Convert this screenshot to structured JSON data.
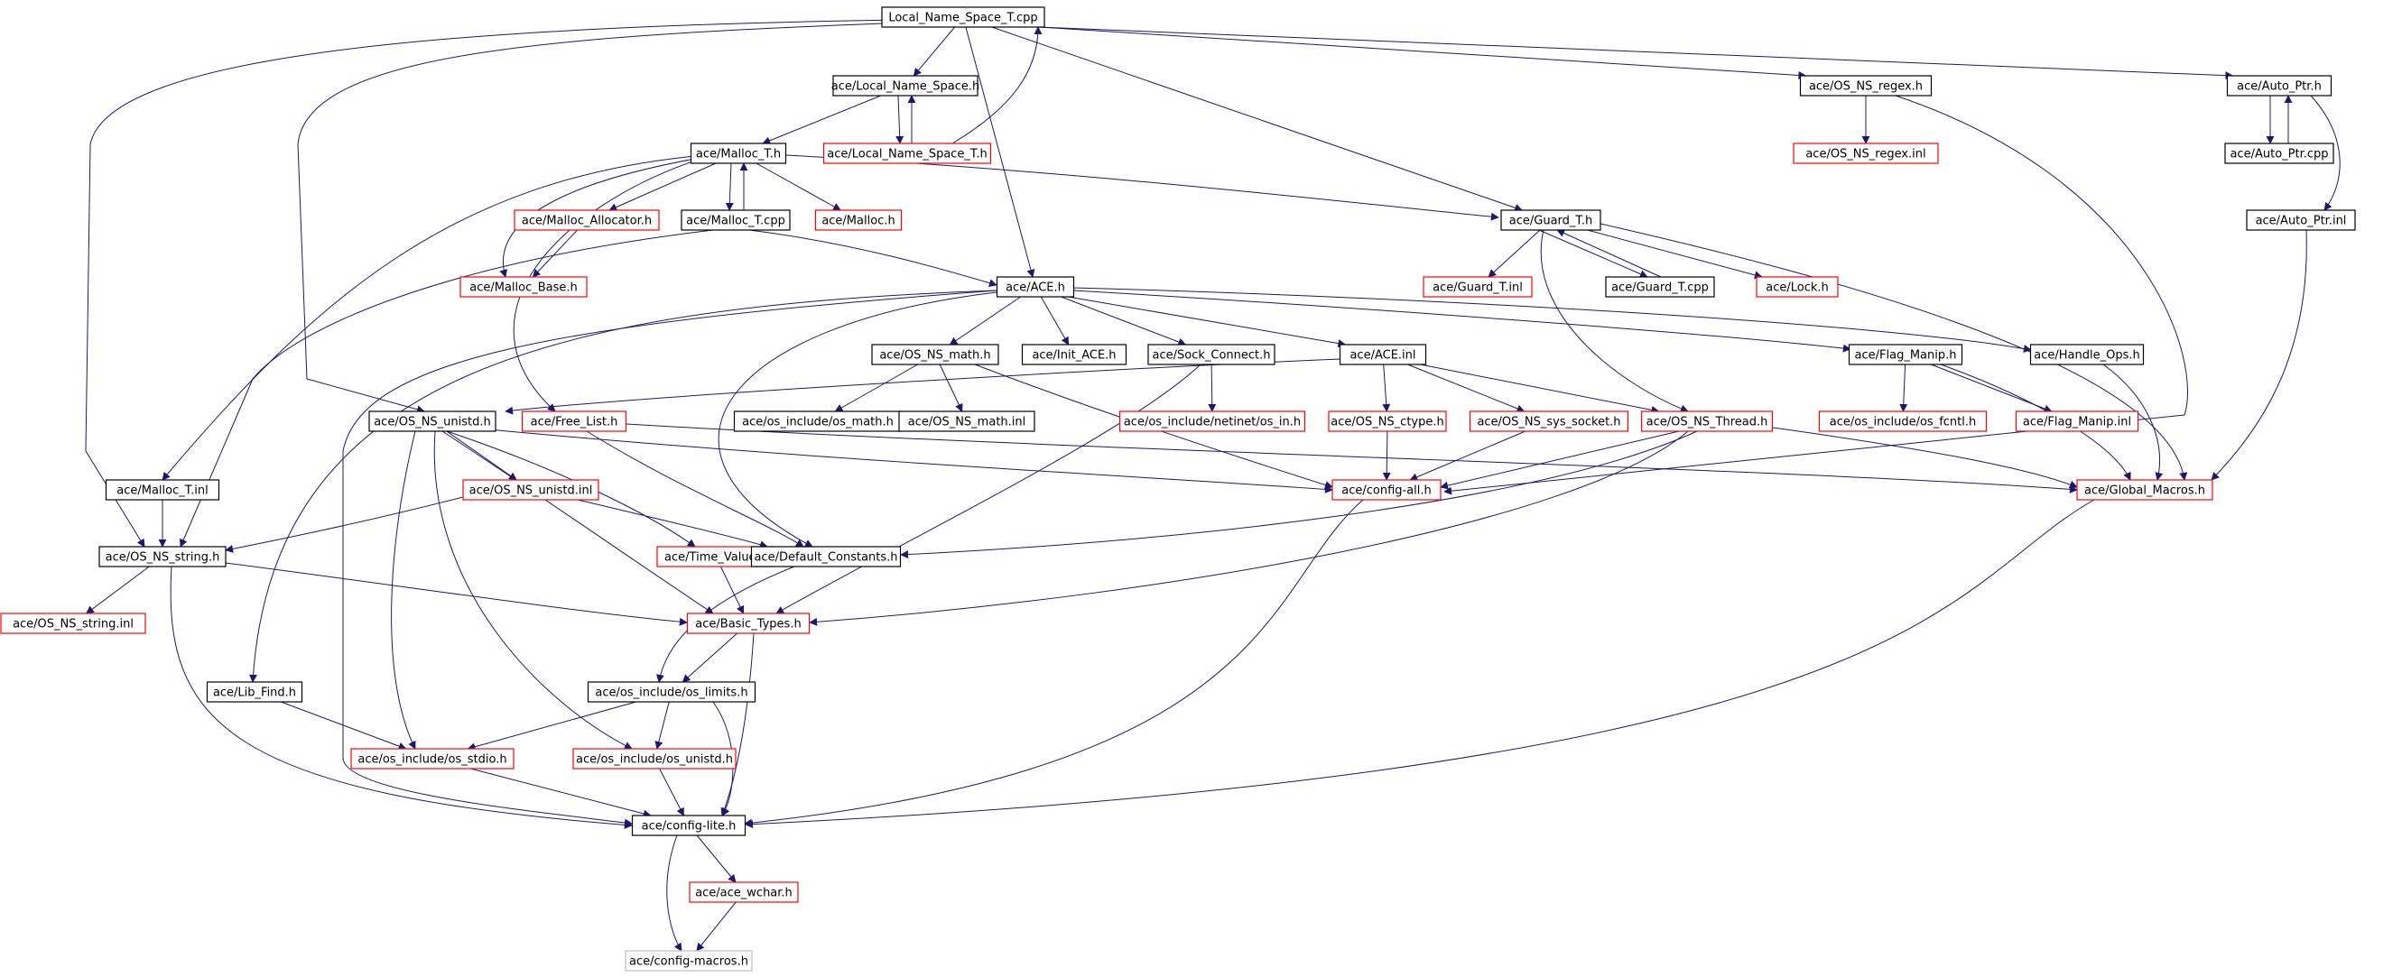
{
  "colors": {
    "root": "#c0c0c0",
    "normal": "#000000",
    "missing": "#ff0000",
    "grey": "#bfbfbf",
    "edge": "#191970"
  },
  "nodes": [
    {
      "id": "root",
      "label": "Local_Name_Space_T.cpp",
      "style": "root"
    },
    {
      "id": "lns_h",
      "label": "ace/Local_Name_Space.h",
      "style": "normal"
    },
    {
      "id": "lnst_h",
      "label": "ace/Local_Name_Space_T.h",
      "style": "missing"
    },
    {
      "id": "malloc_t_h",
      "label": "ace/Malloc_T.h",
      "style": "normal"
    },
    {
      "id": "malloc_alloc_h",
      "label": "ace/Malloc_Allocator.h",
      "style": "missing"
    },
    {
      "id": "malloc_t_cpp",
      "label": "ace/Malloc_T.cpp",
      "style": "normal"
    },
    {
      "id": "malloc_h",
      "label": "ace/Malloc.h",
      "style": "missing"
    },
    {
      "id": "malloc_base_h",
      "label": "ace/Malloc_Base.h",
      "style": "missing"
    },
    {
      "id": "ace_h",
      "label": "ace/ACE.h",
      "style": "normal"
    },
    {
      "id": "guard_t_h",
      "label": "ace/Guard_T.h",
      "style": "normal"
    },
    {
      "id": "guard_t_inl",
      "label": "ace/Guard_T.inl",
      "style": "missing"
    },
    {
      "id": "guard_t_cpp",
      "label": "ace/Guard_T.cpp",
      "style": "normal"
    },
    {
      "id": "lock_h",
      "label": "ace/Lock.h",
      "style": "missing"
    },
    {
      "id": "regex_h",
      "label": "ace/OS_NS_regex.h",
      "style": "normal"
    },
    {
      "id": "regex_inl",
      "label": "ace/OS_NS_regex.inl",
      "style": "missing"
    },
    {
      "id": "auto_ptr_h",
      "label": "ace/Auto_Ptr.h",
      "style": "normal"
    },
    {
      "id": "auto_ptr_cpp",
      "label": "ace/Auto_Ptr.cpp",
      "style": "normal"
    },
    {
      "id": "auto_ptr_inl",
      "label": "ace/Auto_Ptr.inl",
      "style": "normal"
    },
    {
      "id": "os_ns_math_h",
      "label": "ace/OS_NS_math.h",
      "style": "normal"
    },
    {
      "id": "init_ace_h",
      "label": "ace/Init_ACE.h",
      "style": "normal"
    },
    {
      "id": "sock_connect_h",
      "label": "ace/Sock_Connect.h",
      "style": "normal"
    },
    {
      "id": "ace_inl",
      "label": "ace/ACE.inl",
      "style": "normal"
    },
    {
      "id": "flag_manip_h",
      "label": "ace/Flag_Manip.h",
      "style": "normal"
    },
    {
      "id": "handle_ops_h",
      "label": "ace/Handle_Ops.h",
      "style": "normal"
    },
    {
      "id": "os_ns_unistd_h",
      "label": "ace/OS_NS_unistd.h",
      "style": "normal"
    },
    {
      "id": "free_list_h",
      "label": "ace/Free_List.h",
      "style": "missing"
    },
    {
      "id": "os_math_h",
      "label": "ace/os_include/os_math.h",
      "style": "normal"
    },
    {
      "id": "os_ns_math_inl",
      "label": "ace/OS_NS_math.inl",
      "style": "normal"
    },
    {
      "id": "netinet_in_h",
      "label": "ace/os_include/netinet/os_in.h",
      "style": "missing"
    },
    {
      "id": "ctype_h",
      "label": "ace/OS_NS_ctype.h",
      "style": "missing"
    },
    {
      "id": "sys_socket_h",
      "label": "ace/OS_NS_sys_socket.h",
      "style": "missing"
    },
    {
      "id": "thread_h",
      "label": "ace/OS_NS_Thread.h",
      "style": "missing"
    },
    {
      "id": "fcntl_h",
      "label": "ace/os_include/os_fcntl.h",
      "style": "missing"
    },
    {
      "id": "flag_manip_inl",
      "label": "ace/Flag_Manip.inl",
      "style": "missing"
    },
    {
      "id": "malloc_t_inl",
      "label": "ace/Malloc_T.inl",
      "style": "normal"
    },
    {
      "id": "unistd_inl",
      "label": "ace/OS_NS_unistd.inl",
      "style": "missing"
    },
    {
      "id": "config_all_h",
      "label": "ace/config-all.h",
      "style": "missing"
    },
    {
      "id": "global_macros_h",
      "label": "ace/Global_Macros.h",
      "style": "missing"
    },
    {
      "id": "os_ns_string_h",
      "label": "ace/OS_NS_string.h",
      "style": "normal"
    },
    {
      "id": "time_value_h",
      "label": "ace/Time_Value.h",
      "style": "missing"
    },
    {
      "id": "default_constants_h",
      "label": "ace/Default_Constants.h",
      "style": "normal"
    },
    {
      "id": "os_ns_string_inl",
      "label": "ace/OS_NS_string.inl",
      "style": "missing"
    },
    {
      "id": "basic_types_h",
      "label": "ace/Basic_Types.h",
      "style": "missing"
    },
    {
      "id": "lib_find_h",
      "label": "ace/Lib_Find.h",
      "style": "normal"
    },
    {
      "id": "os_limits_h",
      "label": "ace/os_include/os_limits.h",
      "style": "normal"
    },
    {
      "id": "os_stdio_h",
      "label": "ace/os_include/os_stdio.h",
      "style": "missing"
    },
    {
      "id": "os_unistd_h",
      "label": "ace/os_include/os_unistd.h",
      "style": "missing"
    },
    {
      "id": "config_lite_h",
      "label": "ace/config-lite.h",
      "style": "normal"
    },
    {
      "id": "ace_wchar_h",
      "label": "ace/ace_wchar.h",
      "style": "missing"
    },
    {
      "id": "config_macros_h",
      "label": "ace/config-macros.h",
      "style": "grey"
    }
  ]
}
